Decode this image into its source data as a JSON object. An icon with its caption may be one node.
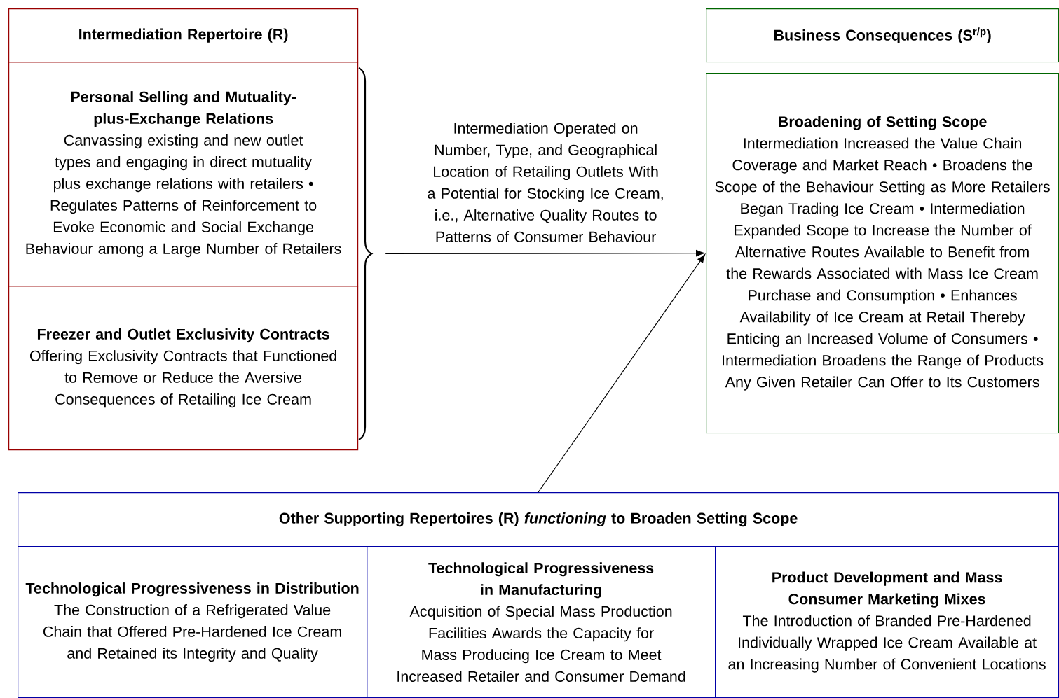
{
  "diagram": {
    "nodes": [
      {
        "text": [
          "Intermediation Repertoire (R)"
        ]
      },
      {
        "text": [
          "Personal Selling and Mutuality-plus-Exchange Relations",
          "Canvassing existing and new outlet types and engaging in direct mutuality plus exchange relations with retailers • Regulates Patterns of Reinforcement to Evoke Economic and Social Exchange Behaviour among a Large Number of Retailers"
        ]
      },
      {
        "text": [
          "Freezer and Outlet Exclusivity Contracts",
          "Offering Exclusivity Contracts that Functioned to Remove or Reduce the Aversive Consequences of Retailing Ice Cream"
        ]
      },
      {
        "text": [
          "Business Consequences (S$^{r/p}$)"
        ]
      },
      {
        "text": [
          "Broadening of Setting Scope",
          "Intermediation Increased the Value Chain Coverage and Market Reach • Broadens the Scope of the Behaviour Setting as More Retailers Began Trading Ice Cream • Intermediation Expanded Scope to Increase the Number of Alternative Routes Available to Benefit from the Rewards Associated with Mass Ice Cream Purchase and Consumption • Enhances Availability of Ice Cream at Retail Thereby Enticing an Increased Volume of Consumers • Intermediation Broadens the Range of Products Any Given Retailer Can Offer to Its Customers"
        ]
      },
      {
        "text": [
          "Other Supporting Repertoires (R) *functioning* to Broaden Setting Scope"
        ]
      },
      {
        "text": [
          "Technological Progressiveness in Distribution",
          "The Construction of a Refrigerated Value Chain that Offered Pre-Hardened Ice Cream and Retained its Integrity and Quality"
        ]
      },
      {
        "text": [
          "Technological Progressiveness in Manufacturing",
          "Acquisition of Special Mass Production Facilities Awards the Capacity for Mass Producing Ice Cream to Meet Increased Retailer and Consumer Demand"
        ]
      },
      {
        "text": [
          "Product Development and Mass Consumer Marketing Mixes",
          "The Introduction of Branded Pre-Hardened Individually Wrapped Ice Cream Available at an Increasing Number of Convenient Locations"
        ]
      },
      {
        "text": [],
        "shape": "brace"
      }
    ],
    "edges": [
      {
        "from": 9,
        "to": 4,
        "arrow": "to",
        "label": "Intermediation Operated on Number, Type, and Geographical Location of Retailing Outlets With a Potential for Stocking Ice Cream, i.e., Alternative Quality Routes to Patterns of Consumer Behaviour"
      },
      {
        "from": 5,
        "to": 4,
        "arrow": "to"
      }
    ]
  }
}
